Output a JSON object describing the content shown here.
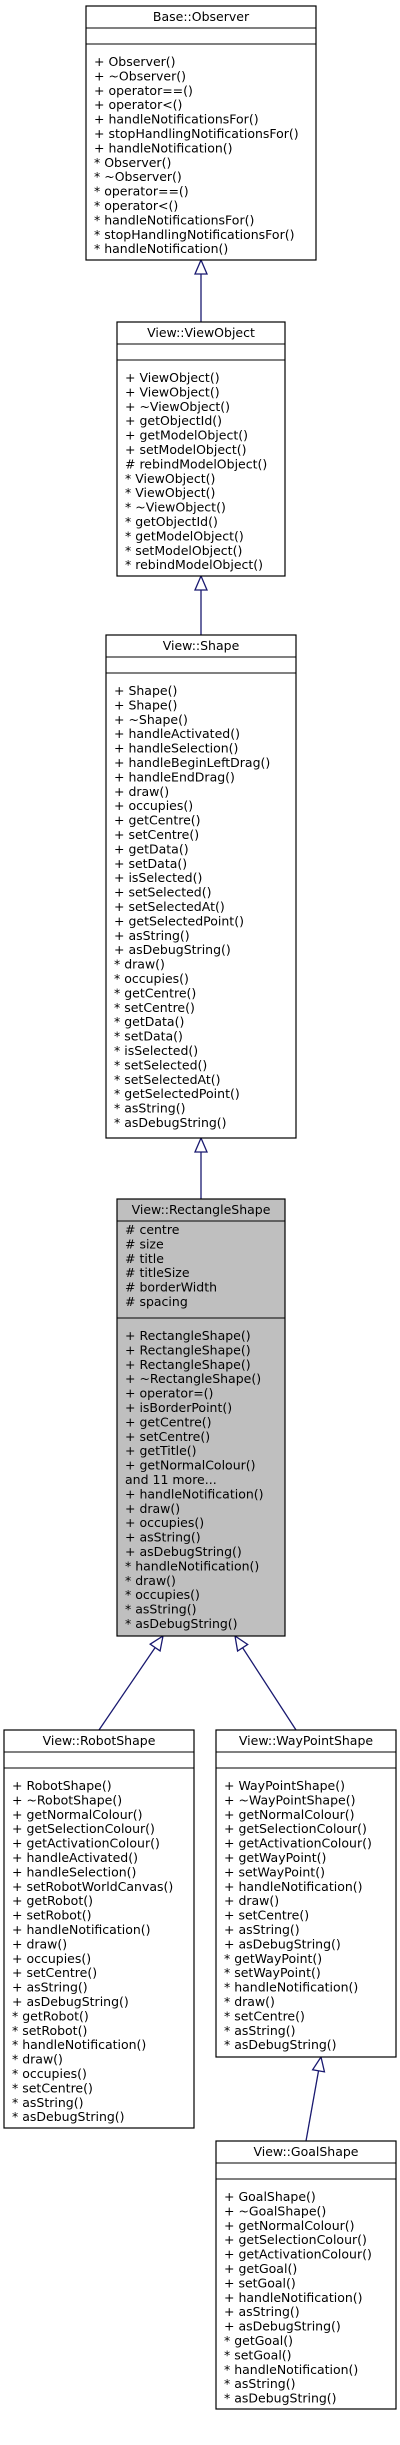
{
  "colors": {
    "highlight_fill": "#bfbfbf",
    "edge": "#191970",
    "border": "#000000"
  },
  "classes": [
    {
      "id": "observer",
      "name": "Base::Observer",
      "attributes": [],
      "methods": [
        "+ Observer()",
        "+ ~Observer()",
        "+ operator==()",
        "+ operator<()",
        "+ handleNotificationsFor()",
        "+ stopHandlingNotificationsFor()",
        "+ handleNotification()",
        "* Observer()",
        "* ~Observer()",
        "* operator==()",
        "* operator<()",
        "* handleNotificationsFor()",
        "* stopHandlingNotificationsFor()",
        "* handleNotification()"
      ]
    },
    {
      "id": "viewobject",
      "name": "View::ViewObject",
      "attributes": [],
      "methods": [
        "+ ViewObject()",
        "+ ViewObject()",
        "+ ~ViewObject()",
        "+ getObjectId()",
        "+ getModelObject()",
        "+ setModelObject()",
        "# rebindModelObject()",
        "* ViewObject()",
        "* ViewObject()",
        "* ~ViewObject()",
        "* getObjectId()",
        "* getModelObject()",
        "* setModelObject()",
        "* rebindModelObject()"
      ]
    },
    {
      "id": "shape",
      "name": "View::Shape",
      "attributes": [],
      "methods": [
        "+ Shape()",
        "+ Shape()",
        "+ ~Shape()",
        "+ handleActivated()",
        "+ handleSelection()",
        "+ handleBeginLeftDrag()",
        "+ handleEndDrag()",
        "+ draw()",
        "+ occupies()",
        "+ getCentre()",
        "+ setCentre()",
        "+ getData()",
        "+ setData()",
        "+ isSelected()",
        "+ setSelected()",
        "+ setSelectedAt()",
        "+ getSelectedPoint()",
        "+ asString()",
        "+ asDebugString()",
        "* draw()",
        "* occupies()",
        "* getCentre()",
        "* setCentre()",
        "* getData()",
        "* setData()",
        "* isSelected()",
        "* setSelected()",
        "* setSelectedAt()",
        "* getSelectedPoint()",
        "* asString()",
        "* asDebugString()"
      ]
    },
    {
      "id": "rectangleshape",
      "name": "View::RectangleShape",
      "highlight": true,
      "attributes": [
        "# centre",
        "# size",
        "# title",
        "# titleSize",
        "# borderWidth",
        "# spacing"
      ],
      "methods": [
        "+ RectangleShape()",
        "+ RectangleShape()",
        "+ RectangleShape()",
        "+ ~RectangleShape()",
        "+ operator=()",
        "+ isBorderPoint()",
        "+ getCentre()",
        "+ setCentre()",
        "+ getTitle()",
        "+ getNormalColour()",
        "and 11 more...",
        "+ handleNotification()",
        "+ draw()",
        "+ occupies()",
        "+ asString()",
        "+ asDebugString()",
        "* handleNotification()",
        "* draw()",
        "* occupies()",
        "* asString()",
        "* asDebugString()"
      ]
    },
    {
      "id": "robotshape",
      "name": "View::RobotShape",
      "attributes": [],
      "methods": [
        "+ RobotShape()",
        "+ ~RobotShape()",
        "+ getNormalColour()",
        "+ getSelectionColour()",
        "+ getActivationColour()",
        "+ handleActivated()",
        "+ handleSelection()",
        "+ setRobotWorldCanvas()",
        "+ getRobot()",
        "+ setRobot()",
        "+ handleNotification()",
        "+ draw()",
        "+ occupies()",
        "+ setCentre()",
        "+ asString()",
        "+ asDebugString()",
        "* getRobot()",
        "* setRobot()",
        "* handleNotification()",
        "* draw()",
        "* occupies()",
        "* setCentre()",
        "* asString()",
        "* asDebugString()"
      ]
    },
    {
      "id": "waypointshape",
      "name": "View::WayPointShape",
      "attributes": [],
      "methods": [
        "+ WayPointShape()",
        "+ ~WayPointShape()",
        "+ getNormalColour()",
        "+ getSelectionColour()",
        "+ getActivationColour()",
        "+ getWayPoint()",
        "+ setWayPoint()",
        "+ handleNotification()",
        "+ draw()",
        "+ setCentre()",
        "+ asString()",
        "+ asDebugString()",
        "* getWayPoint()",
        "* setWayPoint()",
        "* handleNotification()",
        "* draw()",
        "* setCentre()",
        "* asString()",
        "* asDebugString()"
      ]
    },
    {
      "id": "goalshape",
      "name": "View::GoalShape",
      "attributes": [],
      "methods": [
        "+ GoalShape()",
        "+ ~GoalShape()",
        "+ getNormalColour()",
        "+ getSelectionColour()",
        "+ getActivationColour()",
        "+ getGoal()",
        "+ setGoal()",
        "+ handleNotification()",
        "+ asString()",
        "+ asDebugString()",
        "* getGoal()",
        "* setGoal()",
        "* handleNotification()",
        "* asString()",
        "* asDebugString()"
      ]
    }
  ],
  "inheritance": [
    {
      "from": "viewobject",
      "to": "observer"
    },
    {
      "from": "shape",
      "to": "viewobject"
    },
    {
      "from": "rectangleshape",
      "to": "shape"
    },
    {
      "from": "robotshape",
      "to": "rectangleshape"
    },
    {
      "from": "waypointshape",
      "to": "rectangleshape"
    },
    {
      "from": "goalshape",
      "to": "waypointshape"
    }
  ]
}
